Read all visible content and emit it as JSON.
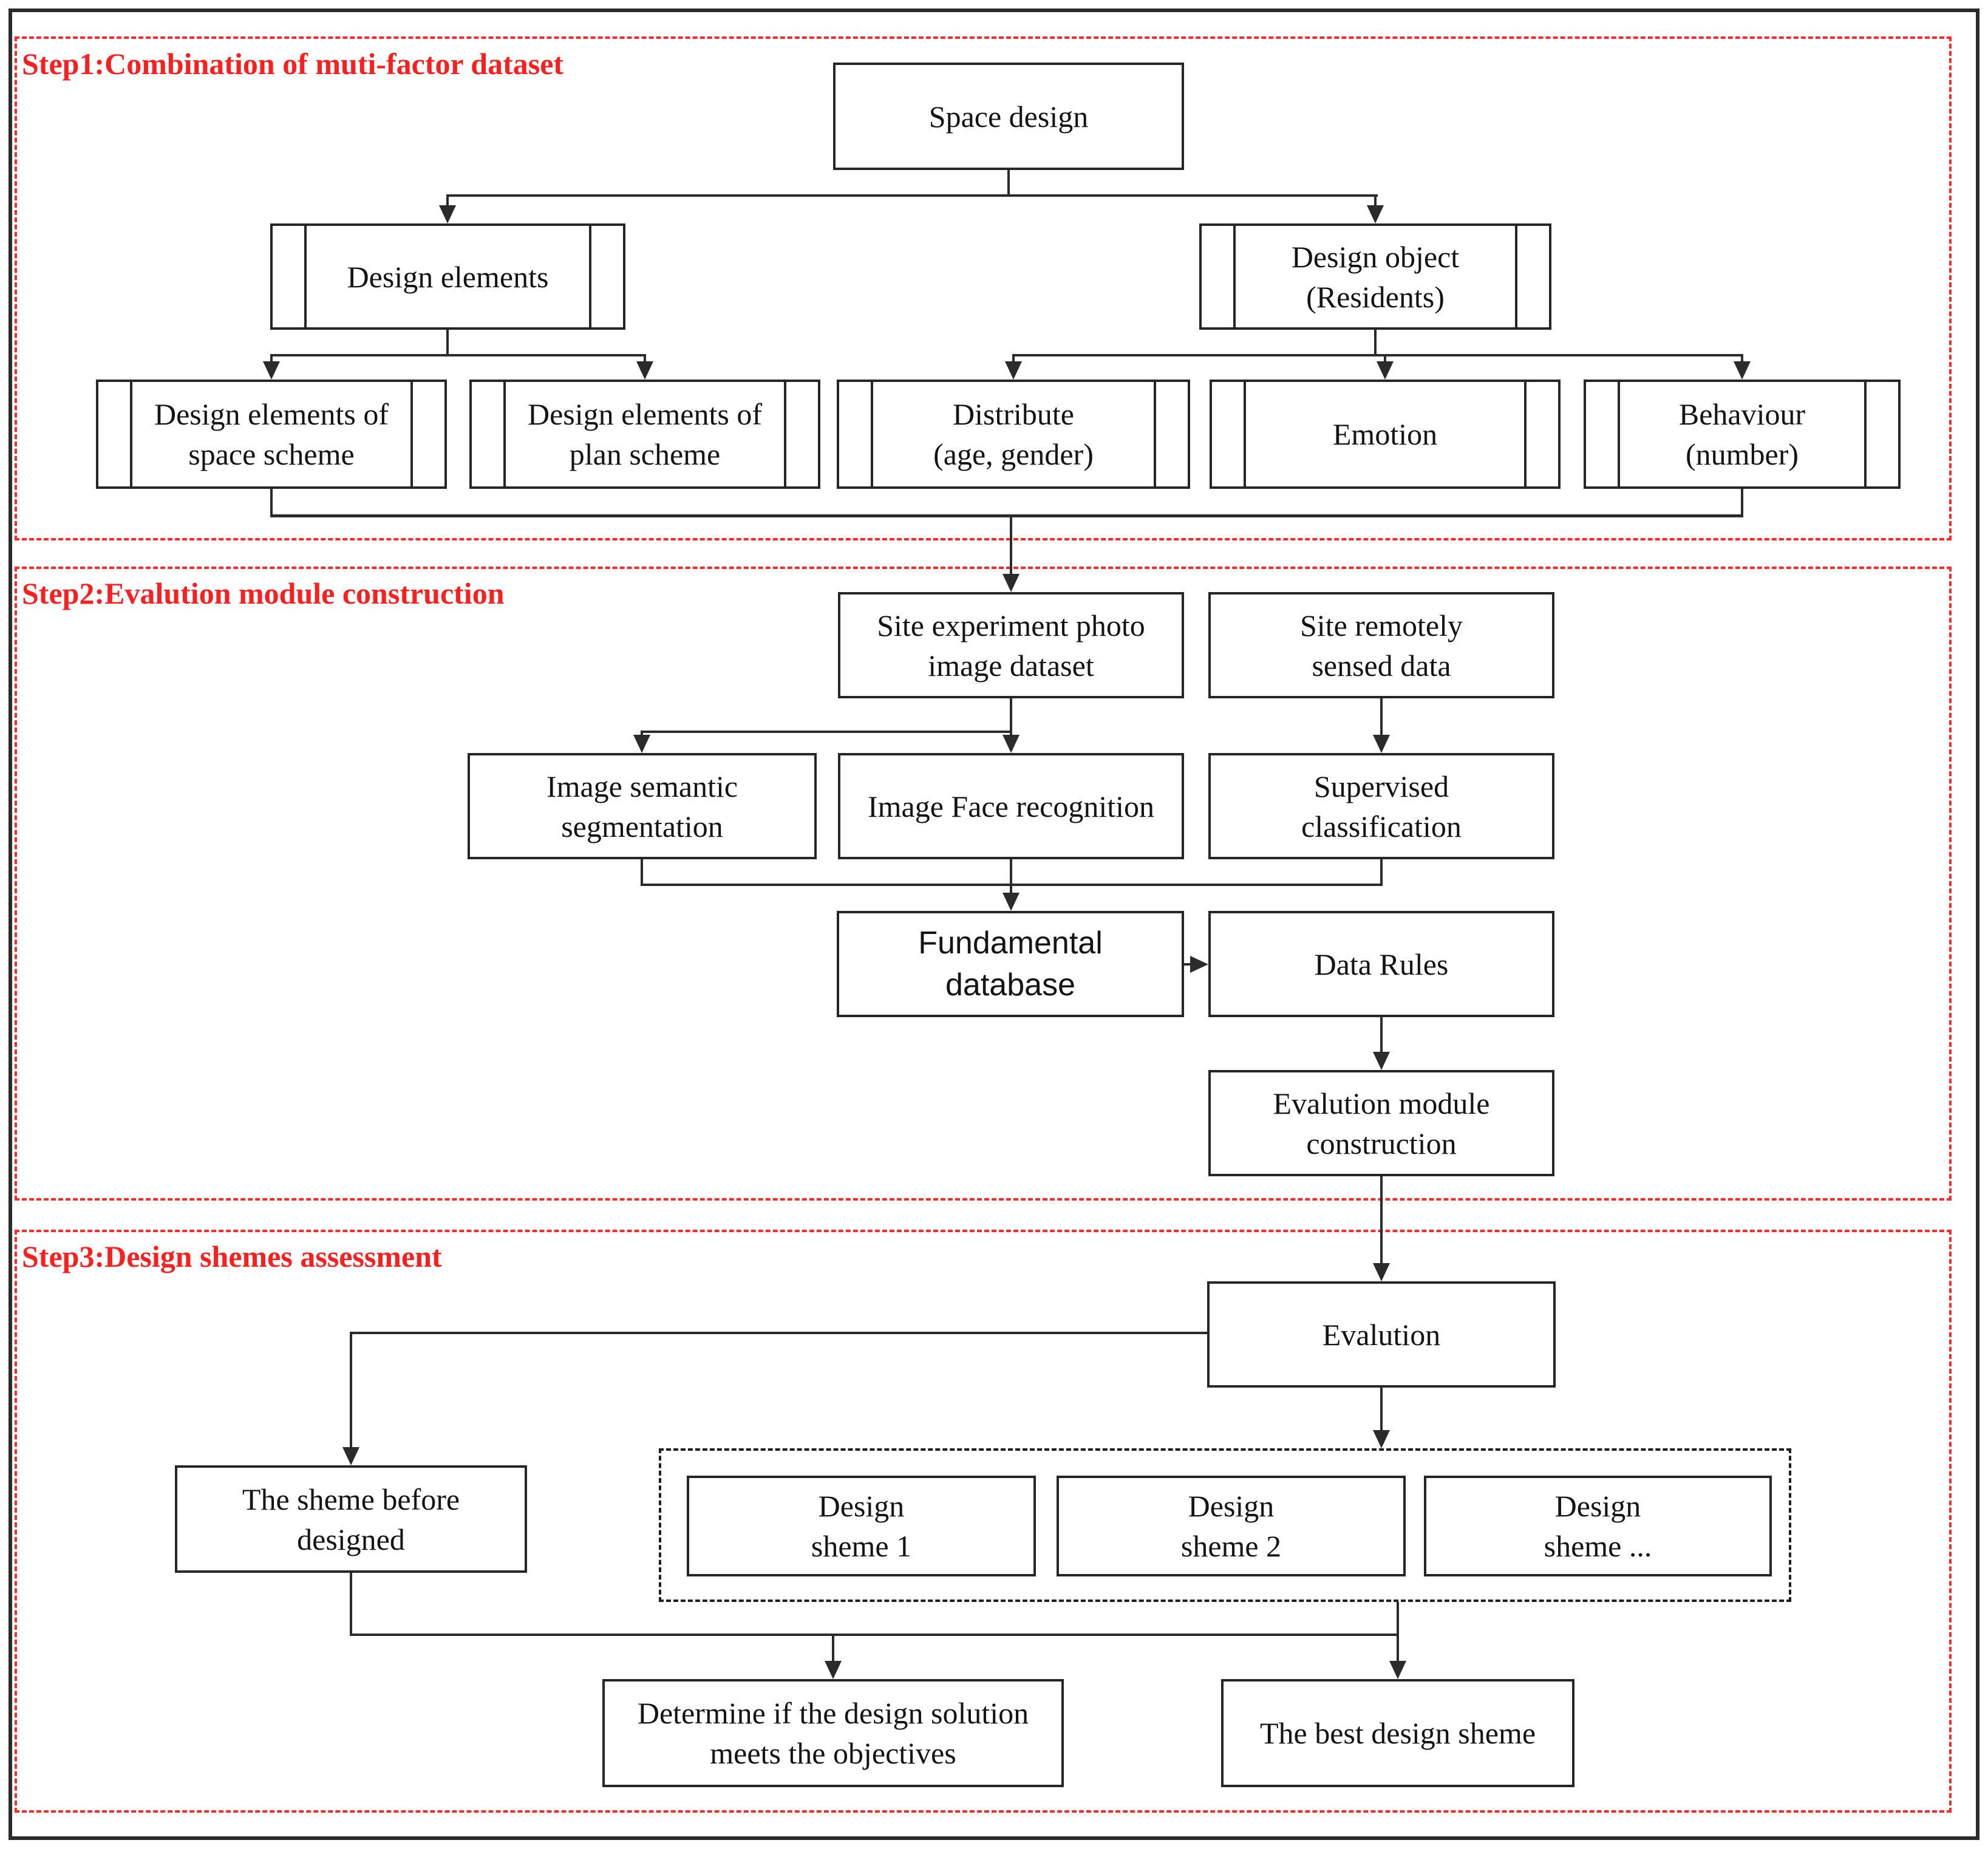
{
  "figure": {
    "type": "flowchart",
    "description": "Three-step methodology flowchart for space design scheme evaluation"
  },
  "colors": {
    "step_border_red": "#fa2a2a",
    "step_title_red": "#fa2020",
    "line_black": "#2b2b2b",
    "box_background": "#ffffff",
    "box_text": "#141414"
  },
  "steps": {
    "step1": "Step1:Combination of muti-factor dataset",
    "step2": "Step2:Evalution module construction",
    "step3": "Step3:Design shemes assessment"
  },
  "nodes": {
    "space_design": "Space design",
    "design_elements": "Design elements",
    "design_object": "Design object\n(Residents)",
    "de_space": "Design elements of\nspace scheme",
    "de_plan": "Design elements of\nplan scheme",
    "distribute": "Distribute\n(age, gender)",
    "emotion": "Emotion",
    "behaviour": "Behaviour\n(number)",
    "site_photo": "Site experiment photo\nimage dataset",
    "site_remote": "Site remotely\nsensed data",
    "img_semantic": "Image semantic\nsegmentation",
    "img_face": "Image Face recognition",
    "supervised": "Supervised\nclassification",
    "fundamental": "Fundamental\ndatabase",
    "data_rules": "Data Rules",
    "eval_module": "Evalution module\nconstruction",
    "evalution": "Evalution",
    "sheme_before": "The sheme before\ndesigned",
    "sheme1": "Design\nsheme 1",
    "sheme2": "Design\nsheme 2",
    "sheme_etc": "Design\nsheme ...",
    "determine": "Determine if the design solution\nmeets the objectives",
    "best": "The best design sheme"
  }
}
